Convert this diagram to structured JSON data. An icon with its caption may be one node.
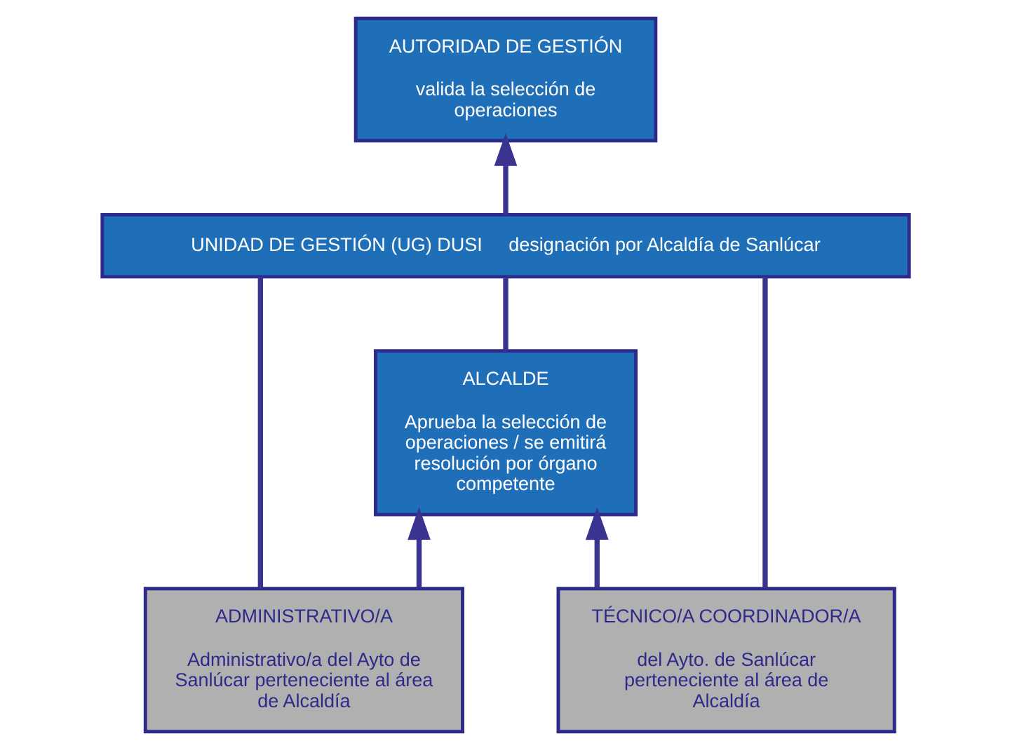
{
  "diagram": {
    "nodes": [
      {
        "text": [
          "AUTORIDAD DE GESTIÓN",
          "valida la selección de operaciones"
        ]
      },
      {
        "text": [
          "UNIDAD DE GESTIÓN (UG) DUSI",
          "designación por Alcaldía de Sanlúcar"
        ]
      },
      {
        "text": [
          "ALCALDE",
          "Aprueba la selección de operaciones / se emitirá resolución por órgano competente"
        ]
      },
      {
        "text": [
          "ADMINISTRATIVO/A",
          "Administrativo/a del Ayto de Sanlúcar perteneciente al área de Alcaldía"
        ]
      },
      {
        "text": [
          "TÉCNICO/A COORDINADOR/A",
          "del Ayto. de Sanlúcar perteneciente al área de Alcaldía"
        ]
      }
    ],
    "edges": [
      {
        "from": 1,
        "to": 0,
        "arrow": "to"
      },
      {
        "from": 1,
        "to": 2,
        "arrow": "none"
      },
      {
        "from": 1,
        "to": 3,
        "arrow": "none"
      },
      {
        "from": 1,
        "to": 4,
        "arrow": "none"
      },
      {
        "from": 3,
        "to": 2,
        "arrow": "to"
      },
      {
        "from": 4,
        "to": 2,
        "arrow": "to"
      }
    ]
  }
}
